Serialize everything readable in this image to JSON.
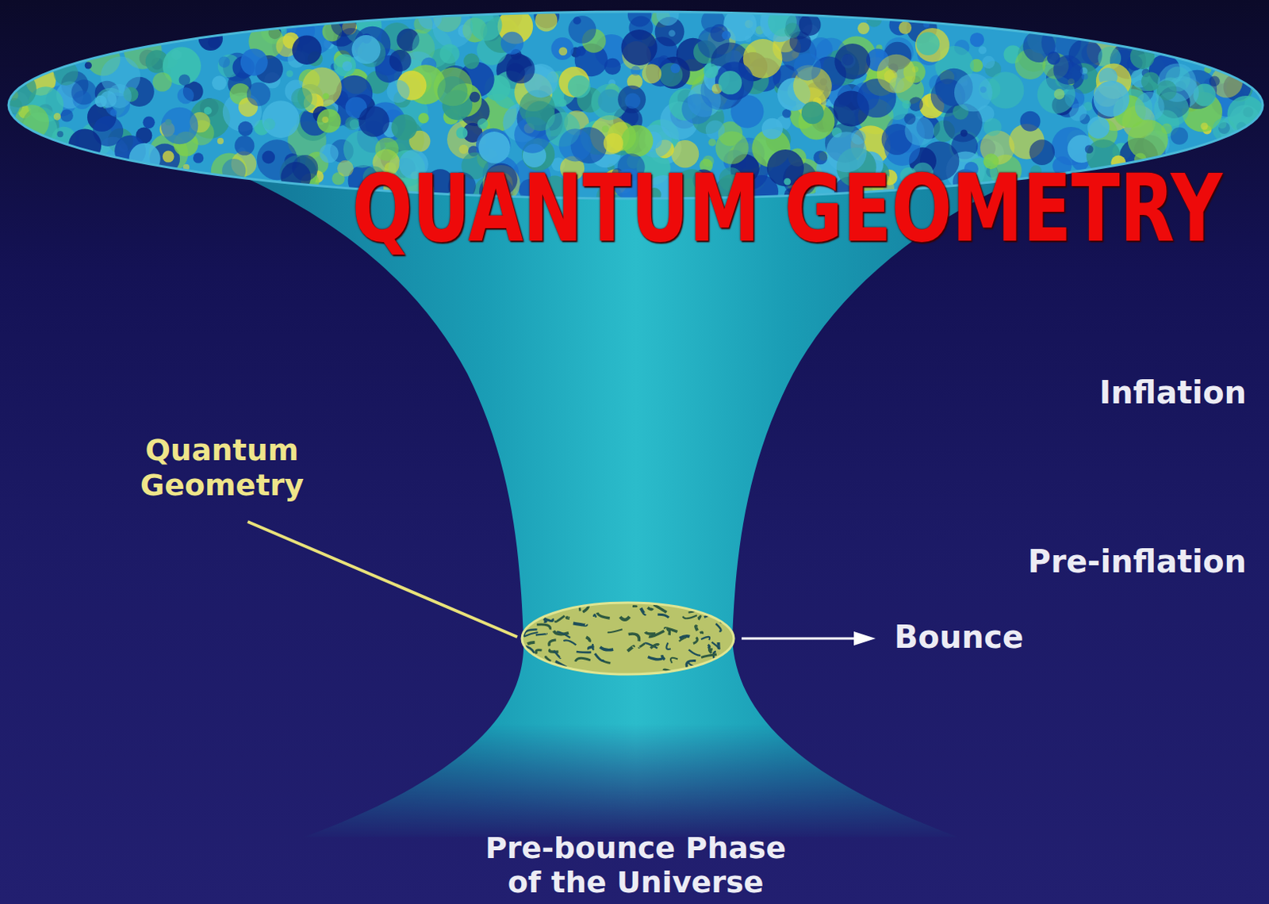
{
  "diagram": {
    "title": "QUANTUM GEOMETRY",
    "labels": [
      "Quantum Geometry",
      "Inflation",
      "Pre-inflation",
      "Bounce",
      "Pre-bounce Phase of the Universe"
    ]
  }
}
